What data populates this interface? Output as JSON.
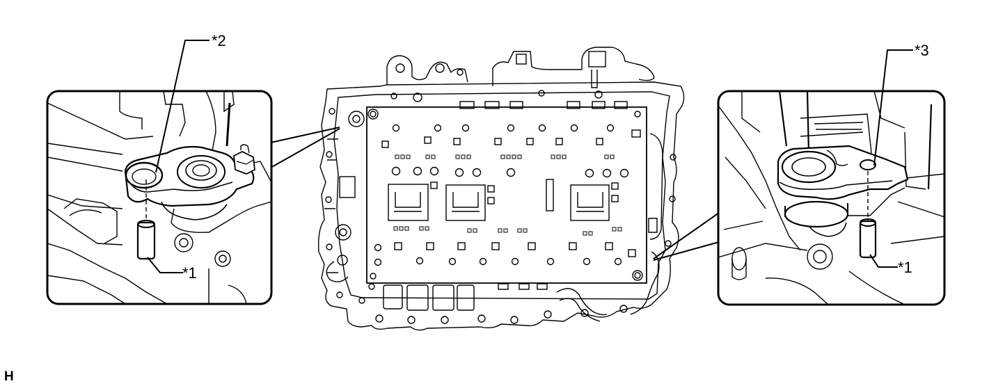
{
  "callouts": {
    "left_top": "*2",
    "left_bottom": "*1",
    "right_top": "*3",
    "right_bottom": "*1"
  },
  "corner_mark": "H",
  "colors": {
    "line": "#000000",
    "background": "#ffffff"
  }
}
